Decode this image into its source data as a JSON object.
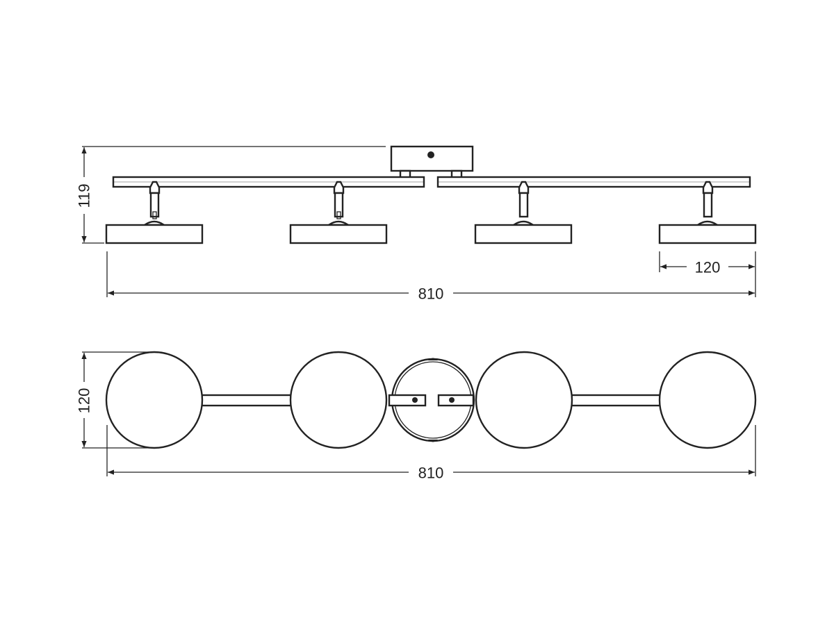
{
  "drawing": {
    "side_view": {
      "height_label": "119",
      "overall_width_label": "810",
      "spot_diameter_label": "120"
    },
    "top_view": {
      "depth_label": "120",
      "overall_width_label": "810"
    },
    "line_color": "#222222"
  }
}
